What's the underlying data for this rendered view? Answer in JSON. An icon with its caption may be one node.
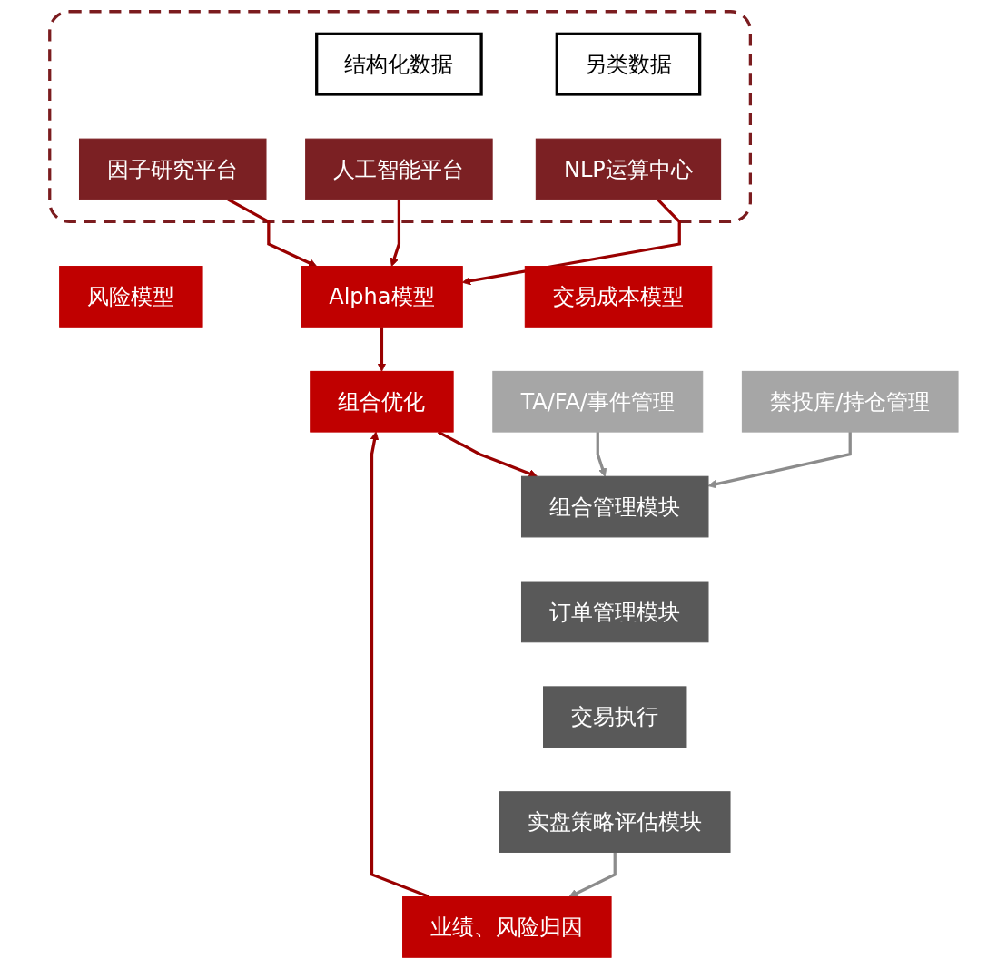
{
  "diagram": {
    "nodes": [
      {
        "text": [],
        "shape": "box"
      },
      {
        "text": [
          "结构化数据"
        ],
        "in": 0
      },
      {
        "text": [
          "另类数据"
        ],
        "in": 0
      },
      {
        "text": [
          "因子研究平台"
        ],
        "in": 0
      },
      {
        "text": [
          "人工智能平台"
        ],
        "in": 0
      },
      {
        "text": [
          "NLP运算中心"
        ],
        "in": 0
      },
      {
        "text": [
          "风险模型"
        ]
      },
      {
        "text": [
          "Alpha模型"
        ]
      },
      {
        "text": [
          "交易成本模型"
        ]
      },
      {
        "text": [
          "组合优化"
        ]
      },
      {
        "text": [
          "TA/FA/事件管理"
        ]
      },
      {
        "text": [
          "禁投库/持仓管理"
        ]
      },
      {
        "text": [
          "组合管理模块"
        ]
      },
      {
        "text": [
          "订单管理模块"
        ]
      },
      {
        "text": [
          "交易执行"
        ]
      },
      {
        "text": [
          "实盘策略评估模块"
        ]
      },
      {
        "text": [
          "业绩、风险归因"
        ]
      }
    ],
    "edges": [
      {
        "from": 3,
        "to": 7,
        "arrow": "to"
      },
      {
        "from": 4,
        "to": 7,
        "arrow": "to"
      },
      {
        "from": 5,
        "to": 7,
        "arrow": "to"
      },
      {
        "from": 7,
        "to": 9,
        "arrow": "to"
      },
      {
        "from": 9,
        "to": 12,
        "arrow": "to"
      },
      {
        "from": 10,
        "to": 12,
        "arrow": "to",
        "color": "#8c8c8c"
      },
      {
        "from": 11,
        "to": 12,
        "arrow": "to",
        "color": "#8c8c8c"
      },
      {
        "from": 15,
        "to": 16,
        "arrow": "to",
        "color": "#8c8c8c"
      },
      {
        "from": 16,
        "to": 9,
        "arrow": "to"
      }
    ]
  }
}
